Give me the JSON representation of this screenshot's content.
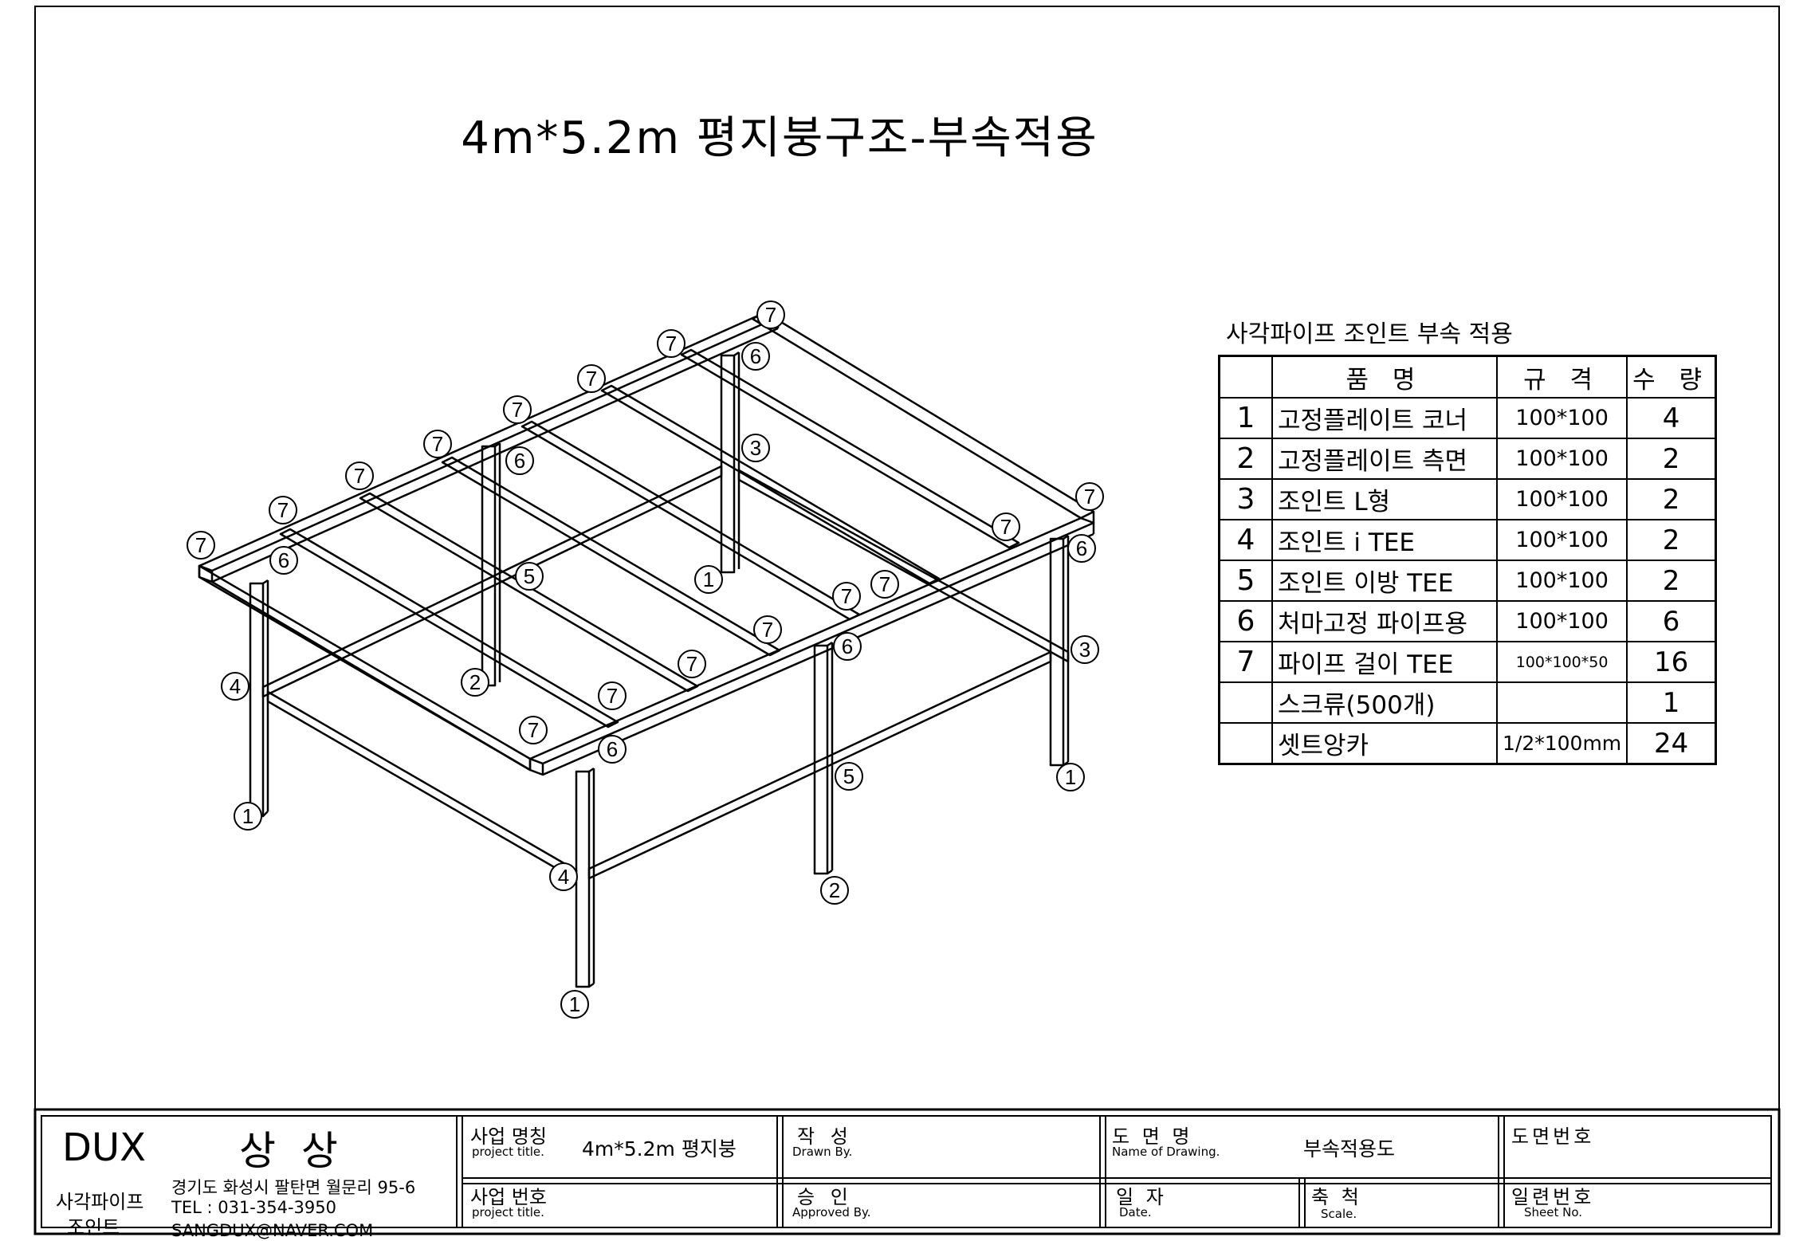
{
  "drawing_title": "4m*5.2m  평지붕구조-부속적용",
  "parts_table": {
    "title": "사각파이프 조인트 부속 적용",
    "headers": {
      "name": "품    명",
      "spec": "규  격",
      "qty": "수  량"
    },
    "rows": [
      {
        "no": "1",
        "name": "고정플레이트 코너",
        "spec": "100*100",
        "qty": "4"
      },
      {
        "no": "2",
        "name": "고정플레이트 측면",
        "spec": "100*100",
        "qty": "2"
      },
      {
        "no": "3",
        "name": "조인트 L형",
        "spec": "100*100",
        "qty": "2"
      },
      {
        "no": "4",
        "name": "조인트 i TEE",
        "spec": "100*100",
        "qty": "2"
      },
      {
        "no": "5",
        "name": "조인트 이방 TEE",
        "spec": "100*100",
        "qty": "2"
      },
      {
        "no": "6",
        "name": "처마고정 파이프용",
        "spec": "100*100",
        "qty": "6"
      },
      {
        "no": "7",
        "name": "파이프 걸이 TEE",
        "spec": "100*100*50",
        "qty": "16"
      },
      {
        "no": "",
        "name": "스크류(500개)",
        "spec": "",
        "qty": "1"
      },
      {
        "no": "",
        "name": "셋트앙카",
        "spec": "1/2*100mm",
        "qty": "24"
      }
    ]
  },
  "callouts": [
    "7",
    "7",
    "7",
    "7",
    "7",
    "7",
    "7",
    "7",
    "7",
    "7",
    "7",
    "7",
    "7",
    "7",
    "7",
    "7",
    "6",
    "6",
    "6",
    "6",
    "6",
    "6",
    "5",
    "5",
    "4",
    "4",
    "3",
    "3",
    "2",
    "2",
    "1",
    "1",
    "1",
    "1"
  ],
  "title_block": {
    "company": "DUX",
    "company_korean": "상 상",
    "product_line1": "사각파이프",
    "product_line2": "조인트",
    "address": "경기도 화성시 팔탄면 월문리 95-6",
    "tel": "TEL : 031-354-3950",
    "email": "SANGDUX@NAVER.COM",
    "project_name_label": "사업 명칭",
    "project_name_sub": "project title.",
    "project_name_value": "4m*5.2m 평지붕",
    "project_no_label": "사업 번호",
    "project_no_sub": "project title.",
    "drawn_label": "작  성",
    "drawn_sub": "Drawn By.",
    "approved_label": "승  인",
    "approved_sub": "Approved By.",
    "drawing_name_label": "도 면 명",
    "drawing_name_sub": "Name of Drawing.",
    "drawing_name_value": "부속적용도",
    "date_label": "일 자",
    "date_sub": "Date.",
    "scale_label": "축 척",
    "scale_sub": "Scale.",
    "drawing_no_label": "도면번호",
    "sheet_no_label": "일련번호",
    "sheet_no_sub": "Sheet No."
  }
}
